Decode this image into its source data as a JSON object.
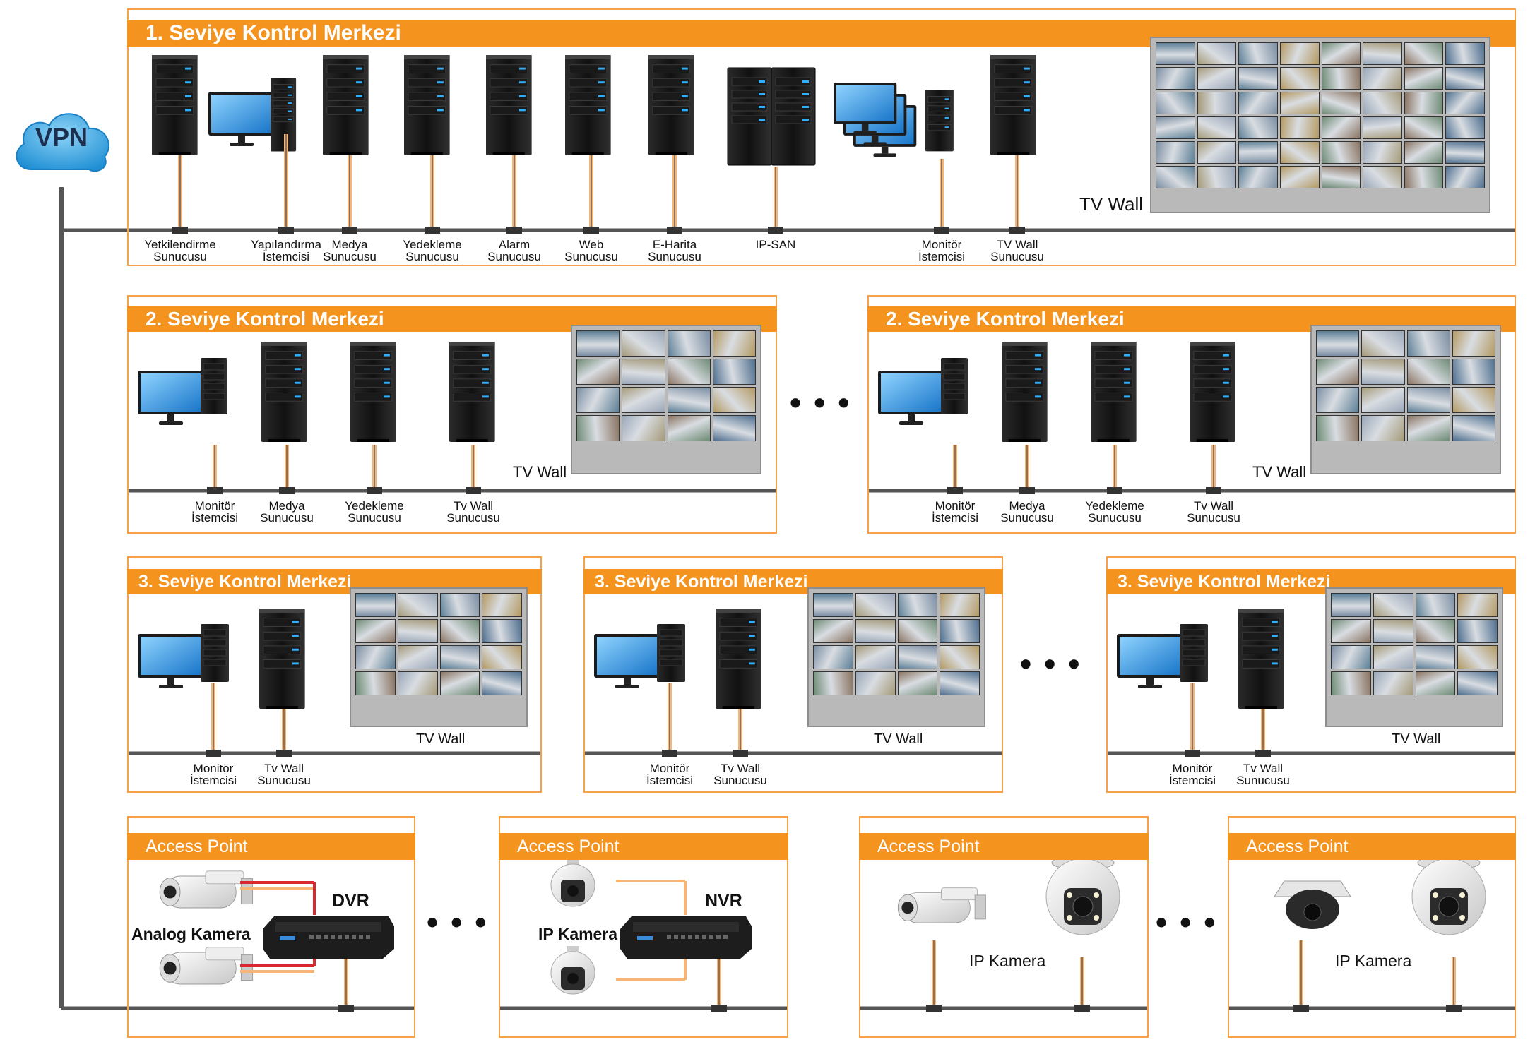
{
  "vpn": {
    "label": "VPN"
  },
  "level1": {
    "title": "1. Seviye Kontrol Merkezi",
    "tv_wall_label": "TV Wall",
    "devices": [
      {
        "label1": "Yetkilendirme",
        "label2": "Sunucusu",
        "icon": "server-tower-icon"
      },
      {
        "label1": "Yapılandırma",
        "label2": "İstemcisi",
        "icon": "workstation-icon"
      },
      {
        "label1": "Medya",
        "label2": "Sunucusu",
        "icon": "server-tower-icon"
      },
      {
        "label1": "Yedekleme",
        "label2": "Sunucusu",
        "icon": "server-tower-icon"
      },
      {
        "label1": "Alarm",
        "label2": "Sunucusu",
        "icon": "server-tower-icon"
      },
      {
        "label1": "Web",
        "label2": "Sunucusu",
        "icon": "server-tower-icon"
      },
      {
        "label1": "E-Harita",
        "label2": "Sunucusu",
        "icon": "server-tower-icon"
      },
      {
        "label1": "IP-SAN",
        "label2": "",
        "icon": "storage-server-icon"
      },
      {
        "label1": "Monitör",
        "label2": "İstemcisi",
        "icon": "multi-monitor-icon"
      },
      {
        "label1": "TV Wall",
        "label2": "Sunucusu",
        "icon": "server-tower-icon"
      }
    ]
  },
  "level2": {
    "title": "2. Seviye Kontrol Merkezi",
    "tv_wall_label": "TV Wall",
    "devices": [
      {
        "label1": "Monitör",
        "label2": "İstemcisi"
      },
      {
        "label1": "Medya",
        "label2": "Sunucusu"
      },
      {
        "label1": "Yedekleme",
        "label2": "Sunucusu"
      },
      {
        "label1": "Tv Wall",
        "label2": "Sunucusu"
      }
    ]
  },
  "level3": {
    "title": "3. Seviye Kontrol Merkezi",
    "tv_wall_label": "TV Wall",
    "devices": [
      {
        "label1": "Monitör",
        "label2": "İstemcisi"
      },
      {
        "label1": "Tv Wall",
        "label2": "Sunucusu"
      }
    ]
  },
  "access": {
    "title": "Access Point",
    "dvr_label": "DVR",
    "nvr_label": "NVR",
    "analog_camera_label": "Analog Kamera",
    "ip_camera_label": "IP Kamera"
  },
  "colors": {
    "accent": "#f5931f",
    "panel_border": "#f7a24a",
    "bus_line": "#555555",
    "drop_line": "#f7b678",
    "analog_link": "#d9282f",
    "vpn_cloud": "#3aa3de"
  }
}
